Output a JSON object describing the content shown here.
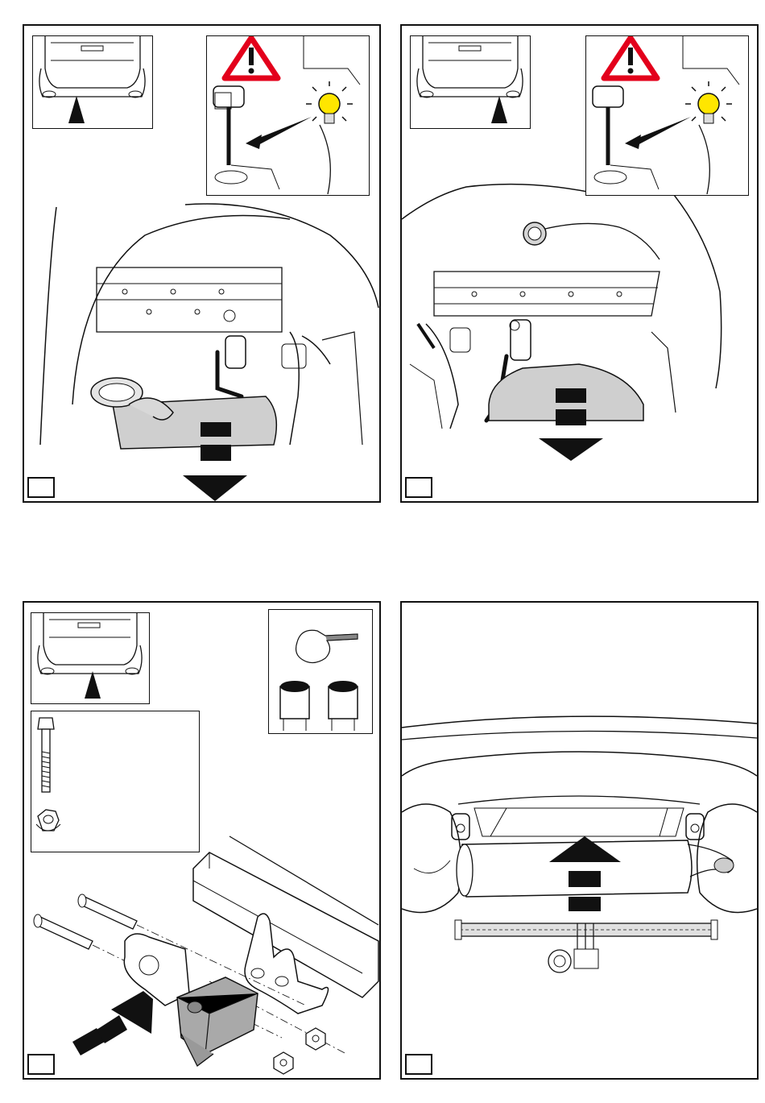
{
  "document": {
    "type": "towbar fitting instructions page",
    "steps": [
      {
        "panel": "top-left",
        "icons": [
          "car-rear-inset",
          "warning-triangle-icon",
          "lightbulb-icon",
          "down-arrow-icon"
        ]
      },
      {
        "panel": "top-right",
        "icons": [
          "car-rear-inset",
          "warning-triangle-icon",
          "lightbulb-icon",
          "down-arrow-icon"
        ]
      },
      {
        "panel": "bottom-left",
        "icons": [
          "car-rear-inset",
          "bolt-icon",
          "nut-icon",
          "socket-icon",
          "right-arrow-icon"
        ]
      },
      {
        "panel": "bottom-right",
        "icons": [
          "up-arrow-icon"
        ]
      }
    ],
    "colors": {
      "line": "#111111",
      "muffler_fill": "#cfcfcf",
      "warning_red": "#e3001b",
      "bulb_yellow": "#ffe600"
    }
  }
}
